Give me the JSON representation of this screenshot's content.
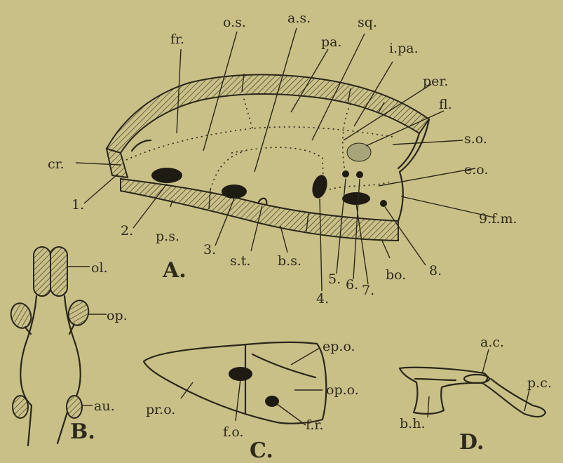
{
  "figure_A": {
    "panel_label": "A.",
    "labels": {
      "fr": "fr.",
      "os": "o.s.",
      "as": "a.s.",
      "sq": "sq.",
      "pa": "pa.",
      "ipa": "i.pa.",
      "per": "per.",
      "fl": "fl.",
      "so": "s.o.",
      "eo": "e.o.",
      "gfm": "9.f.m.",
      "cr": "cr.",
      "n1": "1.",
      "n2": "2.",
      "ps": "p.s.",
      "n3": "3.",
      "st": "s.t.",
      "bs": "b.s.",
      "n4": "4.",
      "n5": "5.",
      "n6": "6.",
      "n7": "7.",
      "bo": "bo.",
      "n8": "8."
    }
  },
  "figure_B": {
    "panel_label": "B.",
    "labels": {
      "ol": "ol.",
      "op": "op.",
      "au": "au."
    }
  },
  "figure_C": {
    "panel_label": "C.",
    "labels": {
      "epo": "ep.o.",
      "opo": "op.o.",
      "pro": "pr.o.",
      "fo": "f.o.",
      "fr": "f.r."
    }
  },
  "figure_D": {
    "panel_label": "D.",
    "labels": {
      "ac": "a.c.",
      "pc": "p.c.",
      "bh": "b.h."
    }
  },
  "colors": {
    "paper": "#c9c087",
    "ink": "#2a2619",
    "hatch": "#2a2619"
  }
}
